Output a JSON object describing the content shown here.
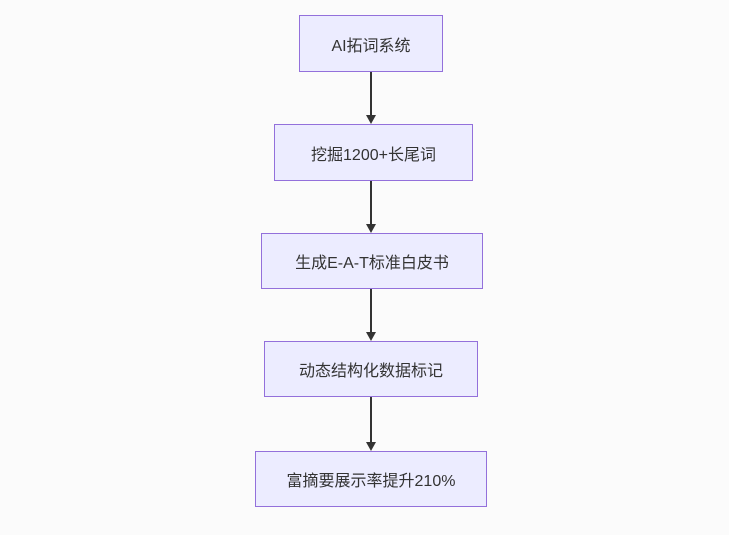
{
  "flowchart": {
    "title": "SEO AI flowchart",
    "direction": "top-down",
    "nodes": [
      {
        "id": "node-1",
        "label": "AI拓词系统"
      },
      {
        "id": "node-2",
        "label": "挖掘1200+长尾词"
      },
      {
        "id": "node-3",
        "label": "生成E-A-T标准白皮书"
      },
      {
        "id": "node-4",
        "label": "动态结构化数据标记"
      },
      {
        "id": "node-5",
        "label": "富摘要展示率提升210%"
      }
    ],
    "edges": [
      {
        "from": "node-1",
        "to": "node-2"
      },
      {
        "from": "node-2",
        "to": "node-3"
      },
      {
        "from": "node-3",
        "to": "node-4"
      },
      {
        "from": "node-4",
        "to": "node-5"
      }
    ],
    "colors": {
      "node_fill": "#ececff",
      "node_border": "#9370db",
      "node_text": "#333333",
      "edge_stroke": "#333333",
      "background": "#fbfbfb"
    }
  }
}
